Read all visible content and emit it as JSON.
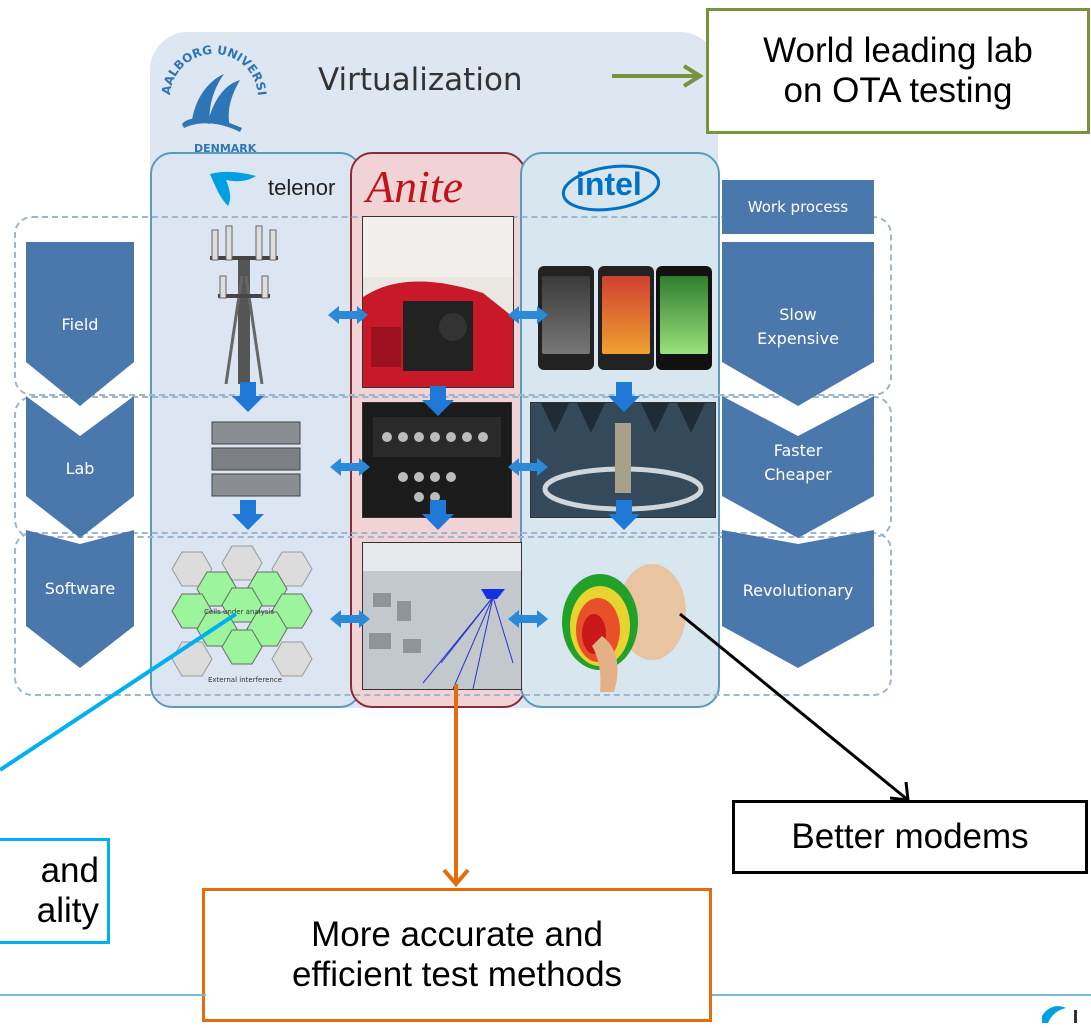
{
  "diagram": {
    "title": "Virtualization",
    "university_logo": {
      "icon": "aalborg-university-logo",
      "lettering": "AALBORG UNIVERSITY DENMARK"
    },
    "columns": [
      {
        "name": "telenor",
        "label": "telenor"
      },
      {
        "name": "anite",
        "label": "Anite"
      },
      {
        "name": "intel",
        "label": "intel"
      }
    ],
    "work_process": "Work process",
    "left_stages": [
      "Field",
      "Lab",
      "Software"
    ],
    "right_stages": [
      {
        "line1": "Slow",
        "line2": "Expensive"
      },
      {
        "line1": "Faster",
        "line2": "Cheaper"
      },
      {
        "line1": "Revolutionary",
        "line2": ""
      }
    ],
    "callouts": {
      "top_right": {
        "line1": "World leading lab",
        "line2": "on OTA testing",
        "color": "#77933c"
      },
      "left": {
        "line1": "and",
        "line2": "ality",
        "color": "#00b0f0"
      },
      "bottom": {
        "line1": "More accurate and",
        "line2": "efficient test methods",
        "color": "#e46c0a"
      },
      "right": {
        "line1": "Better modems",
        "color": "#000000"
      }
    },
    "simulation_text": {
      "cells": "Cells under analysis",
      "interference": "External interference"
    }
  }
}
